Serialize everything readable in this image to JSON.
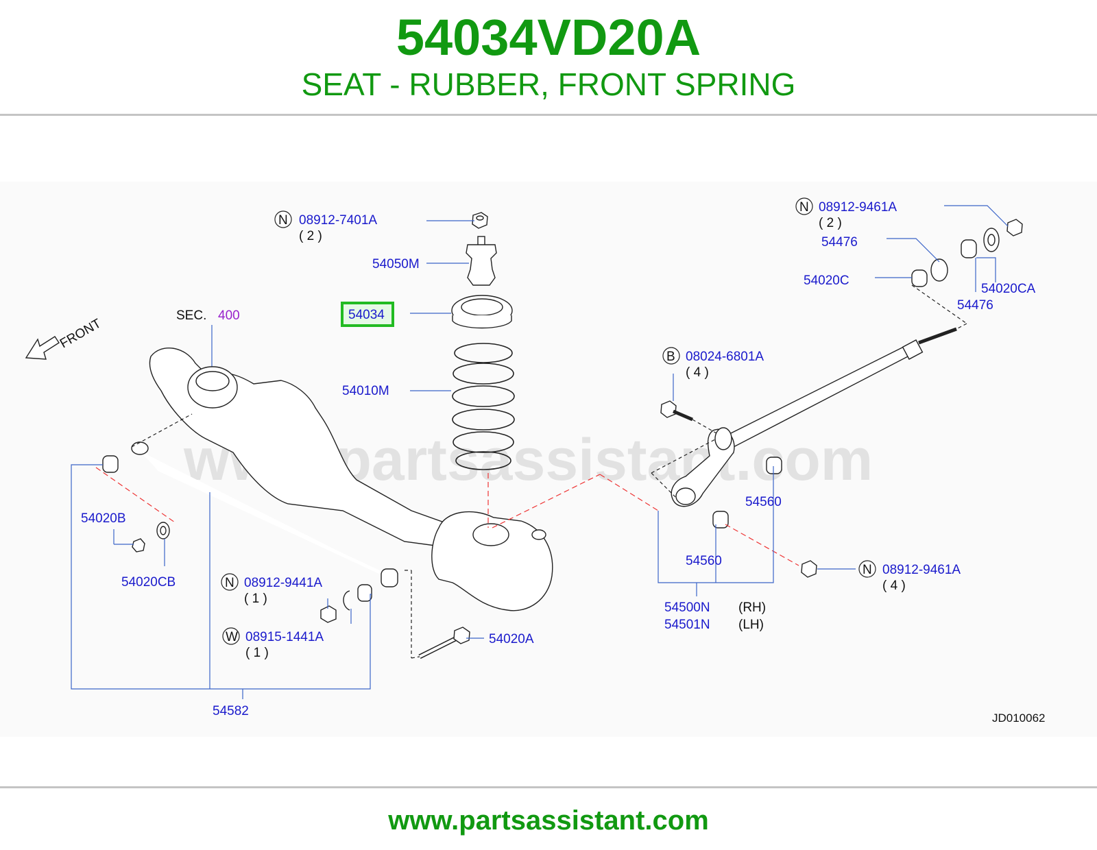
{
  "header": {
    "part_number": "54034VD20A",
    "part_name": "SEAT - RUBBER, FRONT SPRING"
  },
  "footer": {
    "url": "www.partsassistant.com"
  },
  "watermark": "www.partsassistant.com",
  "diagram": {
    "code": "JD010062",
    "front_label": "FRONT",
    "section": {
      "prefix": "SEC.",
      "number": "400"
    },
    "highlight_color": "#22bb22",
    "labels": {
      "nut_top": "08912-7401A",
      "nut_top_qty": "( 2 )",
      "bump_stop": "54050M",
      "spring_seat": "54034",
      "coil_spring": "54010M",
      "bushing_left": "54020B",
      "washer_left": "54020CB",
      "nut_mid": "08912-9441A",
      "nut_mid_qty": "( 1 )",
      "washer_mid": "08915-1441A",
      "washer_mid_qty": "( 1 )",
      "bolt_bottom": "54020A",
      "stabilizer": "54582",
      "nut_right_top": "08912-9461A",
      "nut_right_top_qty": "( 2 )",
      "bushing_right_top": "54476",
      "bushing_right_c": "54020C",
      "washer_right_ca": "54020CA",
      "bushing_right_lower": "54476",
      "bolt_right": "08024-6801A",
      "bolt_right_qty": "( 4 )",
      "bushing_arm_upper": "54560",
      "bushing_arm_lower": "54560",
      "nut_right_bottom": "08912-9461A",
      "nut_right_bottom_qty": "( 4 )",
      "arm_rh": "54500N",
      "arm_rh_side": "(RH)",
      "arm_lh": "54501N",
      "arm_lh_side": "(LH)"
    },
    "symbols": {
      "nut": "N",
      "washer": "W",
      "bolt": "B"
    }
  }
}
